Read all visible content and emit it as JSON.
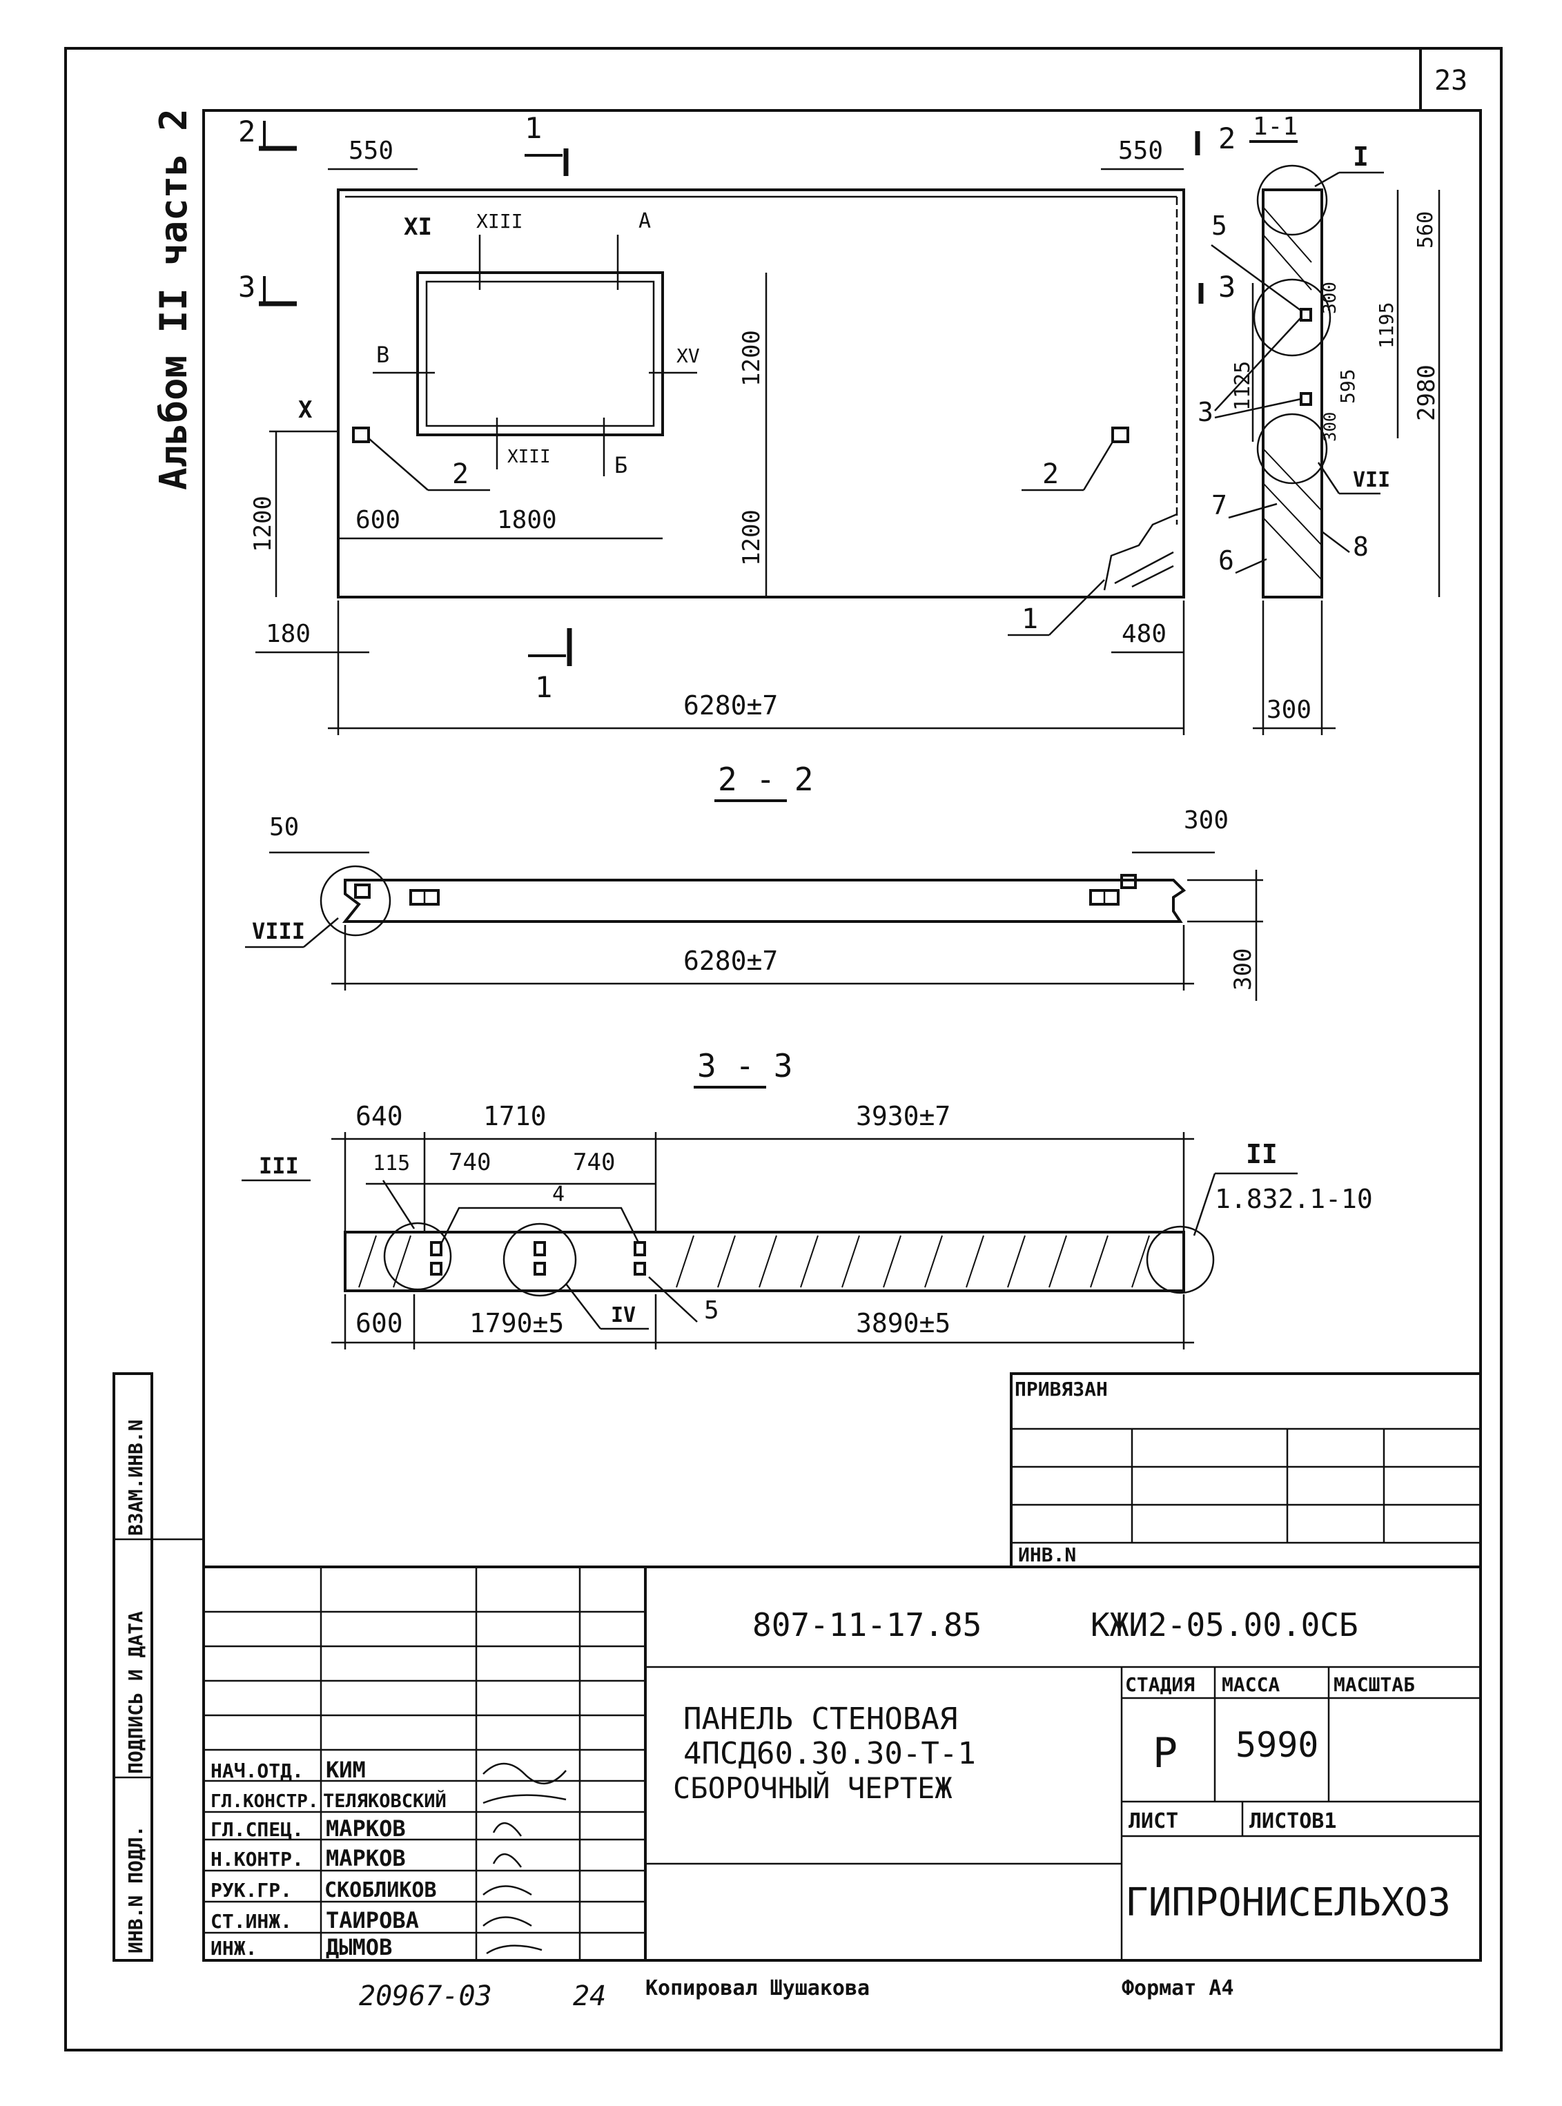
{
  "sheet_number": "23",
  "album": "Альбом II часть 2",
  "views": {
    "elevation": {
      "section_2_marker": "2",
      "section_3_marker": "3",
      "section_1_marker": "1",
      "dim_550_left": "550",
      "dim_550_right": "550",
      "dim_1200_window": "1200",
      "dim_1200_lower": "1200",
      "dim_1200_left": "1200",
      "dim_600": "600",
      "dim_1800": "1800",
      "dim_180": "180",
      "dim_480": "480",
      "dim_total": "6280±7",
      "callout_XI": "XI",
      "callout_XIII_top": "XIII",
      "callout_A": "А",
      "callout_B": "В",
      "callout_XV": "XV",
      "callout_X": "X",
      "callout_XIII_bottom": "XIII",
      "callout_Б": "Б",
      "pos_2_left": "2",
      "pos_2_right": "2",
      "pos_1": "1"
    },
    "section_1_1": {
      "title": "1-1",
      "callout_I": "I",
      "callout_VII": "VII",
      "dim_560": "560",
      "dim_300_top": "300",
      "dim_1195": "1195",
      "dim_595": "595",
      "dim_300_bottom": "300",
      "dim_2980": "2980",
      "dim_1125": "1125",
      "dim_300_width": "300",
      "pos_5": "5",
      "pos_3": "3",
      "pos_7": "7",
      "pos_6": "6",
      "pos_8": "8"
    },
    "section_2_2": {
      "title": "2 - 2",
      "dim_50": "50",
      "dim_300_right": "300",
      "dim_300_thickness": "300",
      "dim_total": "6280±7",
      "callout_VIII": "VIII"
    },
    "section_3_3": {
      "title": "3 - 3",
      "dim_640": "640",
      "dim_1710": "1710",
      "dim_3930": "3930±7",
      "dim_115": "115",
      "dim_740_a": "740",
      "dim_740_b": "740",
      "dim_4": "4",
      "callout_III": "III",
      "callout_II": "II",
      "ref_series": "1.832.1-10",
      "dim_600": "600",
      "dim_1790": "1790±5",
      "dim_3890": "3890±5",
      "callout_IV": "IV",
      "pos_5": "5"
    }
  },
  "stamp": {
    "privyazan": "ПРИВЯЗАН",
    "inv_no": "ИНВ.N",
    "doc_code": "807-11-17.85",
    "doc_mark": "КЖИ2-05.00.0СБ",
    "title_lines": [
      "ПАНЕЛЬ СТЕНОВАЯ",
      "4ПСД60.30.30-Т-1",
      "СБОРОЧНЫЙ ЧЕРТЕЖ"
    ],
    "stage_label": "СТАДИЯ",
    "mass_label": "МАССА",
    "scale_label": "МАСШТАБ",
    "stage": "Р",
    "mass": "5990",
    "sheet_label": "ЛИСТ",
    "sheets_label": "ЛИСТОВ1",
    "org": "ГИПРОНИСЕЛЬХОЗ",
    "signatures": [
      {
        "role": "НАЧ.ОТД.",
        "name": "КИМ"
      },
      {
        "role": "ГЛ.КОНСТР.",
        "name": "ТЕЛЯКОВСКИЙ"
      },
      {
        "role": "ГЛ.СПЕЦ.",
        "name": "МАРКОВ"
      },
      {
        "role": "Н.КОНТР.",
        "name": "МАРКОВ"
      },
      {
        "role": "РУК.ГР.",
        "name": "СКОБЛИКОВ"
      },
      {
        "role": "СТ.ИНЖ.",
        "name": "ТАИРОВА"
      },
      {
        "role": "ИНЖ.",
        "name": "ДЫМОВ"
      }
    ],
    "side_labels": [
      "ИНВ.N ПОДЛ.",
      "ПОДПИСЬ И ДАТА",
      "ВЗАМ.ИНВ.N"
    ]
  },
  "footer": {
    "archive_no": "20967-03",
    "page": "24",
    "copied_by": "Копировал Шушакова",
    "format": "Формат А4"
  }
}
